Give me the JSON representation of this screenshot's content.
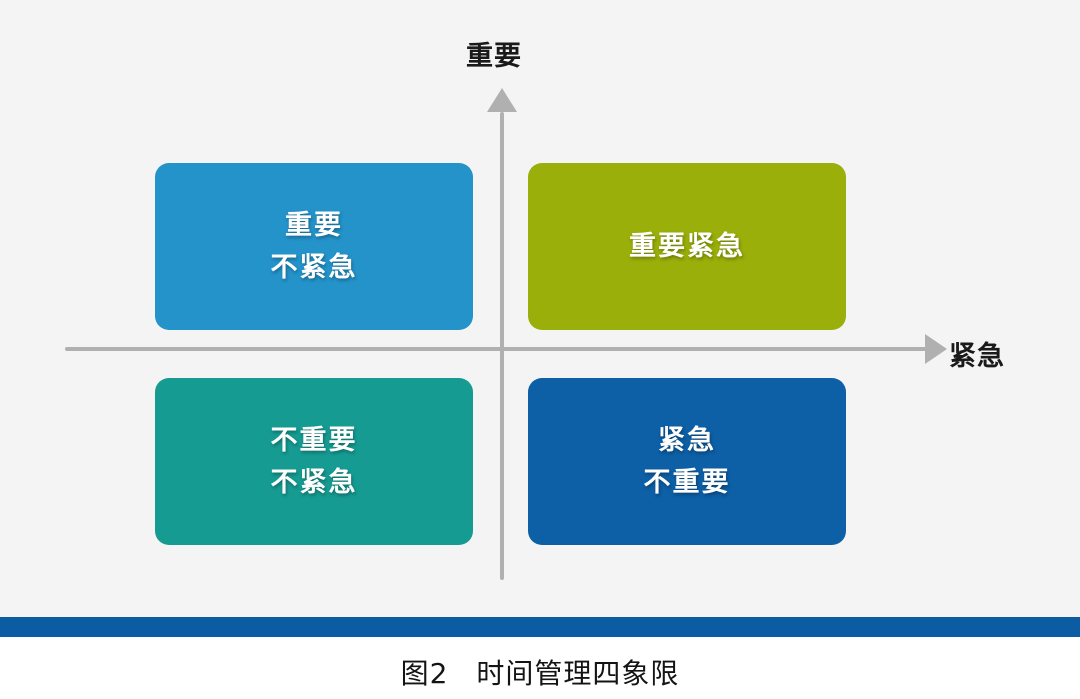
{
  "figure": {
    "background_color": "#f4f4f4",
    "page_background_color": "#ffffff",
    "axis_color": "#b0b0b0",
    "rule_color": "#0b5ca3"
  },
  "axes": {
    "y_label": "重要",
    "x_label": "紧急"
  },
  "quadrants": [
    {
      "id": "important-not-urgent",
      "position": "top-left",
      "line1": "重要",
      "line2": "不紧急",
      "color": "#2393ca",
      "bevel_color": "#1a6f9b"
    },
    {
      "id": "important-urgent",
      "position": "top-right",
      "line1": "重要紧急",
      "line2": "",
      "color": "#9aaf09",
      "bevel_color": "#77880a"
    },
    {
      "id": "not-important-not-urgent",
      "position": "bottom-left",
      "line1": "不重要",
      "line2": "不紧急",
      "color": "#159b92",
      "bevel_color": "#0e736d"
    },
    {
      "id": "urgent-not-important",
      "position": "bottom-right",
      "line1": "紧急",
      "line2": "不重要",
      "color": "#0d5fa6",
      "bevel_color": "#09477c"
    }
  ],
  "caption": {
    "number": "图2",
    "title": "时间管理四象限"
  }
}
